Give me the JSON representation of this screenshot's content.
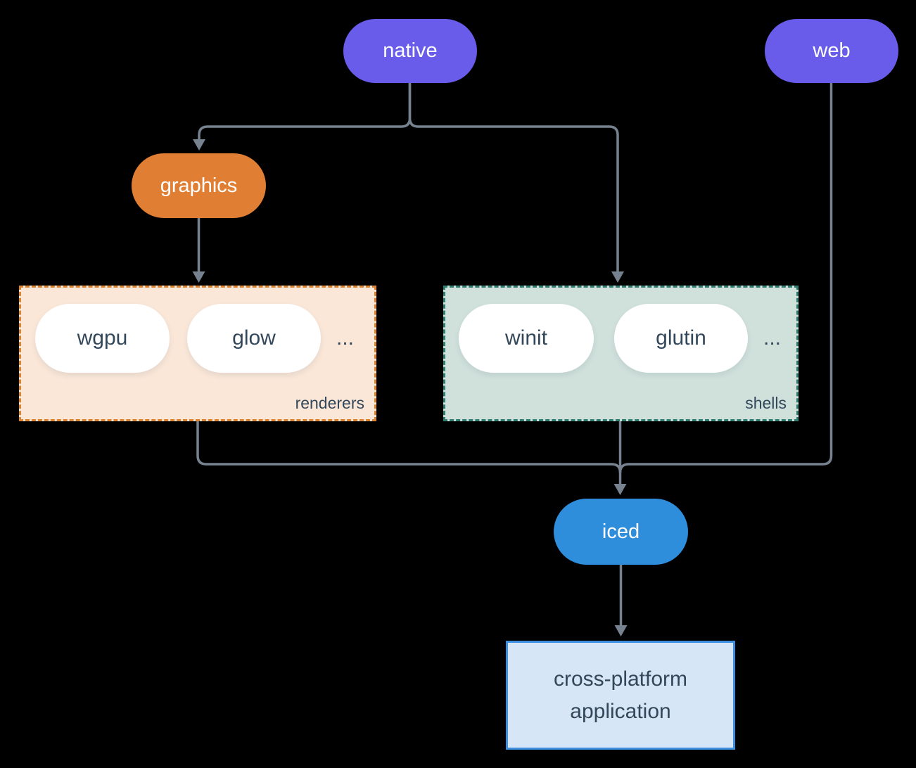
{
  "diagram": {
    "background": "#000000",
    "connector_color": "#76828F",
    "nodes": {
      "native": {
        "label": "native",
        "fill": "#695CEA",
        "text_color": "#FFFFFF"
      },
      "web": {
        "label": "web",
        "fill": "#695CEA",
        "text_color": "#FFFFFF"
      },
      "graphics": {
        "label": "graphics",
        "fill": "#E07F33",
        "text_color": "#FFFFFF"
      },
      "iced": {
        "label": "iced",
        "fill": "#2F8EDC",
        "text_color": "#FFFFFF"
      },
      "application": {
        "line1": "cross-platform",
        "line2": "application",
        "fill": "#D7E6F6",
        "border_color": "#3E8EE0",
        "text_color": "#33475A"
      }
    },
    "groups": {
      "renderers": {
        "label": "renderers",
        "fill": "#FAE7D8",
        "border_color": "#DB8330",
        "text_color": "#33475A",
        "items": [
          "wgpu",
          "glow"
        ],
        "ellipsis": "..."
      },
      "shells": {
        "label": "shells",
        "fill": "#D0E1DC",
        "border_color": "#2E7D70",
        "text_color": "#33475A",
        "items": [
          "winit",
          "glutin"
        ],
        "ellipsis": "..."
      }
    },
    "edges": [
      {
        "from": "native",
        "to": "graphics"
      },
      {
        "from": "native",
        "to": "shells"
      },
      {
        "from": "graphics",
        "to": "renderers"
      },
      {
        "from": "renderers",
        "to": "iced"
      },
      {
        "from": "shells",
        "to": "iced"
      },
      {
        "from": "web",
        "to": "iced"
      },
      {
        "from": "iced",
        "to": "application"
      }
    ]
  }
}
